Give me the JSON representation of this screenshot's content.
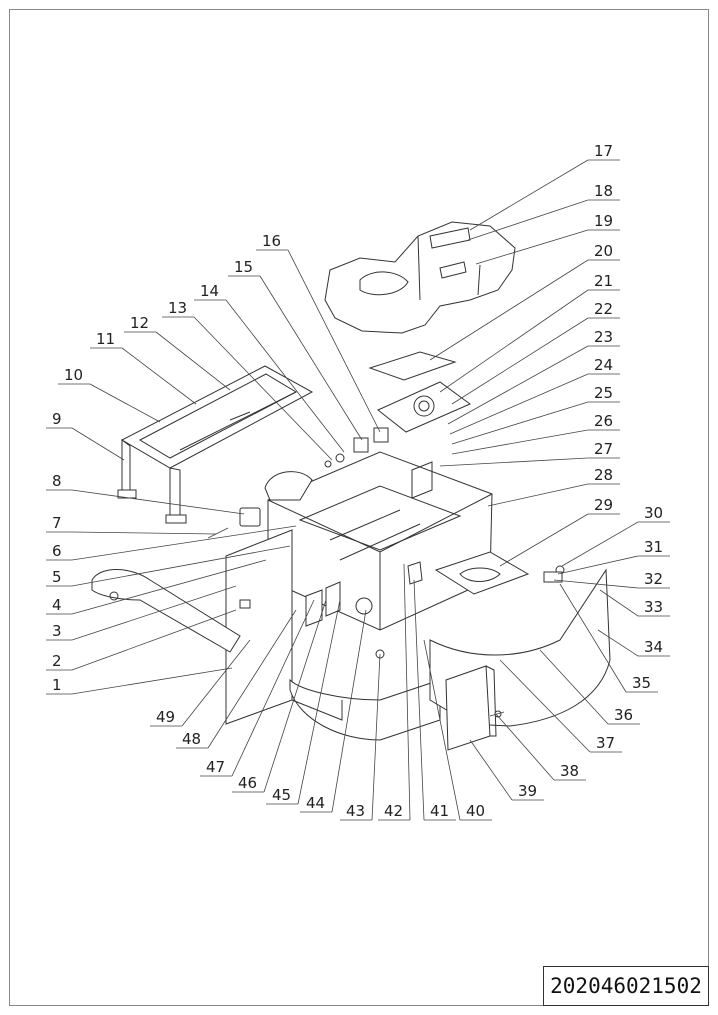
{
  "drawing_number": "202046021502",
  "callouts": [
    {
      "n": "1"
    },
    {
      "n": "2"
    },
    {
      "n": "3"
    },
    {
      "n": "4"
    },
    {
      "n": "5"
    },
    {
      "n": "6"
    },
    {
      "n": "7"
    },
    {
      "n": "8"
    },
    {
      "n": "9"
    },
    {
      "n": "10"
    },
    {
      "n": "11"
    },
    {
      "n": "12"
    },
    {
      "n": "13"
    },
    {
      "n": "14"
    },
    {
      "n": "15"
    },
    {
      "n": "16"
    },
    {
      "n": "17"
    },
    {
      "n": "18"
    },
    {
      "n": "19"
    },
    {
      "n": "20"
    },
    {
      "n": "21"
    },
    {
      "n": "22"
    },
    {
      "n": "23"
    },
    {
      "n": "24"
    },
    {
      "n": "25"
    },
    {
      "n": "26"
    },
    {
      "n": "27"
    },
    {
      "n": "28"
    },
    {
      "n": "29"
    },
    {
      "n": "30"
    },
    {
      "n": "31"
    },
    {
      "n": "32"
    },
    {
      "n": "33"
    },
    {
      "n": "34"
    },
    {
      "n": "35"
    },
    {
      "n": "36"
    },
    {
      "n": "37"
    },
    {
      "n": "38"
    },
    {
      "n": "39"
    },
    {
      "n": "40"
    },
    {
      "n": "41"
    },
    {
      "n": "42"
    },
    {
      "n": "43"
    },
    {
      "n": "44"
    },
    {
      "n": "45"
    },
    {
      "n": "46"
    },
    {
      "n": "47"
    },
    {
      "n": "48"
    },
    {
      "n": "49"
    }
  ]
}
